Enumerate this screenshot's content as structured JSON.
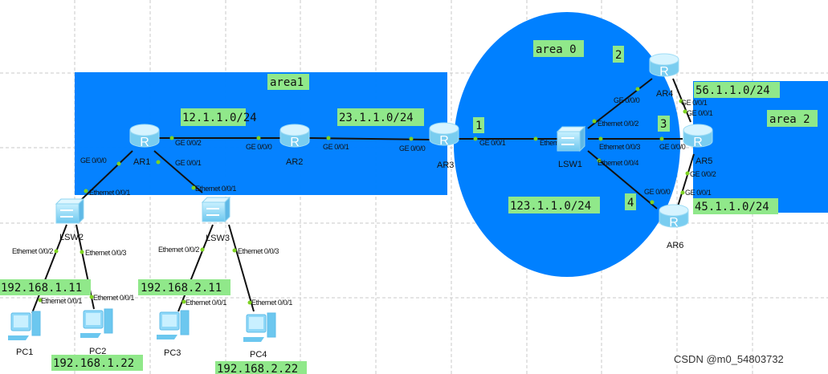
{
  "colors": {
    "area_fill": "#0080ff",
    "tag_fill": "#90e88a",
    "link": "#111111",
    "port_dot": "#7ed321"
  },
  "areas": {
    "area1": "area1",
    "area0": "area 0",
    "area2": "area 2"
  },
  "networks": {
    "n12": "12.1.1.0/24",
    "n23": "23.1.1.0/24",
    "n123": "123.1.1.0/24",
    "n56": "56.1.1.0/24",
    "n45": "45.1.1.0/24"
  },
  "markers": {
    "m1": "1",
    "m2": "2",
    "m3": "3",
    "m4": "4"
  },
  "hosts": {
    "pc1": "192.168.1.11",
    "pc2": "192.168.1.22",
    "pc3": "192.168.2.11",
    "pc4": "192.168.2.22"
  },
  "devices": {
    "ar1": "AR1",
    "ar2": "AR2",
    "ar3": "AR3",
    "ar4": "AR4",
    "ar5": "AR5",
    "ar6": "AR6",
    "lsw1": "LSW1",
    "lsw2": "LSW2",
    "lsw3": "LSW3",
    "pc1": "PC1",
    "pc2": "PC2",
    "pc3": "PC3",
    "pc4": "PC4"
  },
  "ports": {
    "ar1_g002": "GE 0/0/2",
    "ar1_g000": "GE 0/0/0",
    "ar1_g001": "GE 0/0/1",
    "ar2_g000": "GE 0/0/0",
    "ar2_g001": "GE 0/0/1",
    "ar3_g000": "GE 0/0/0",
    "ar3_g001": "GE 0/0/1",
    "lsw1_e1": "Ethernet 0/0/1",
    "lsw1_e2": "Ethernet 0/0/2",
    "lsw1_e3": "Ethernet 0/0/3",
    "lsw1_e4": "Ethernet 0/0/4",
    "ar4_g000": "GE 0/0/0",
    "ar4_g001": "GE 0/0/1",
    "ar5_g001": "GE 0/0/1",
    "ar5_g000": "GE 0/0/0",
    "ar5_g002": "GE 0/0/2",
    "ar6_g000": "GE 0/0/0",
    "ar6_g001": "GE 0/0/1",
    "lsw2_e1": "Ethernet 0/0/1",
    "lsw2_e2": "Ethernet 0/0/2",
    "lsw2_e3": "Ethernet 0/0/3",
    "lsw3_e1": "Ethernet 0/0/1",
    "lsw3_e2": "Ethernet 0/0/2",
    "lsw3_e3": "Ethernet 0/0/3",
    "pc1_e1": "Ethernet 0/0/1",
    "pc2_e1": "Ethernet 0/0/1",
    "pc3_e1": "Ethernet 0/0/1",
    "pc4_e1": "Ethernet 0/0/1"
  },
  "watermark": "CSDN @m0_54803732"
}
